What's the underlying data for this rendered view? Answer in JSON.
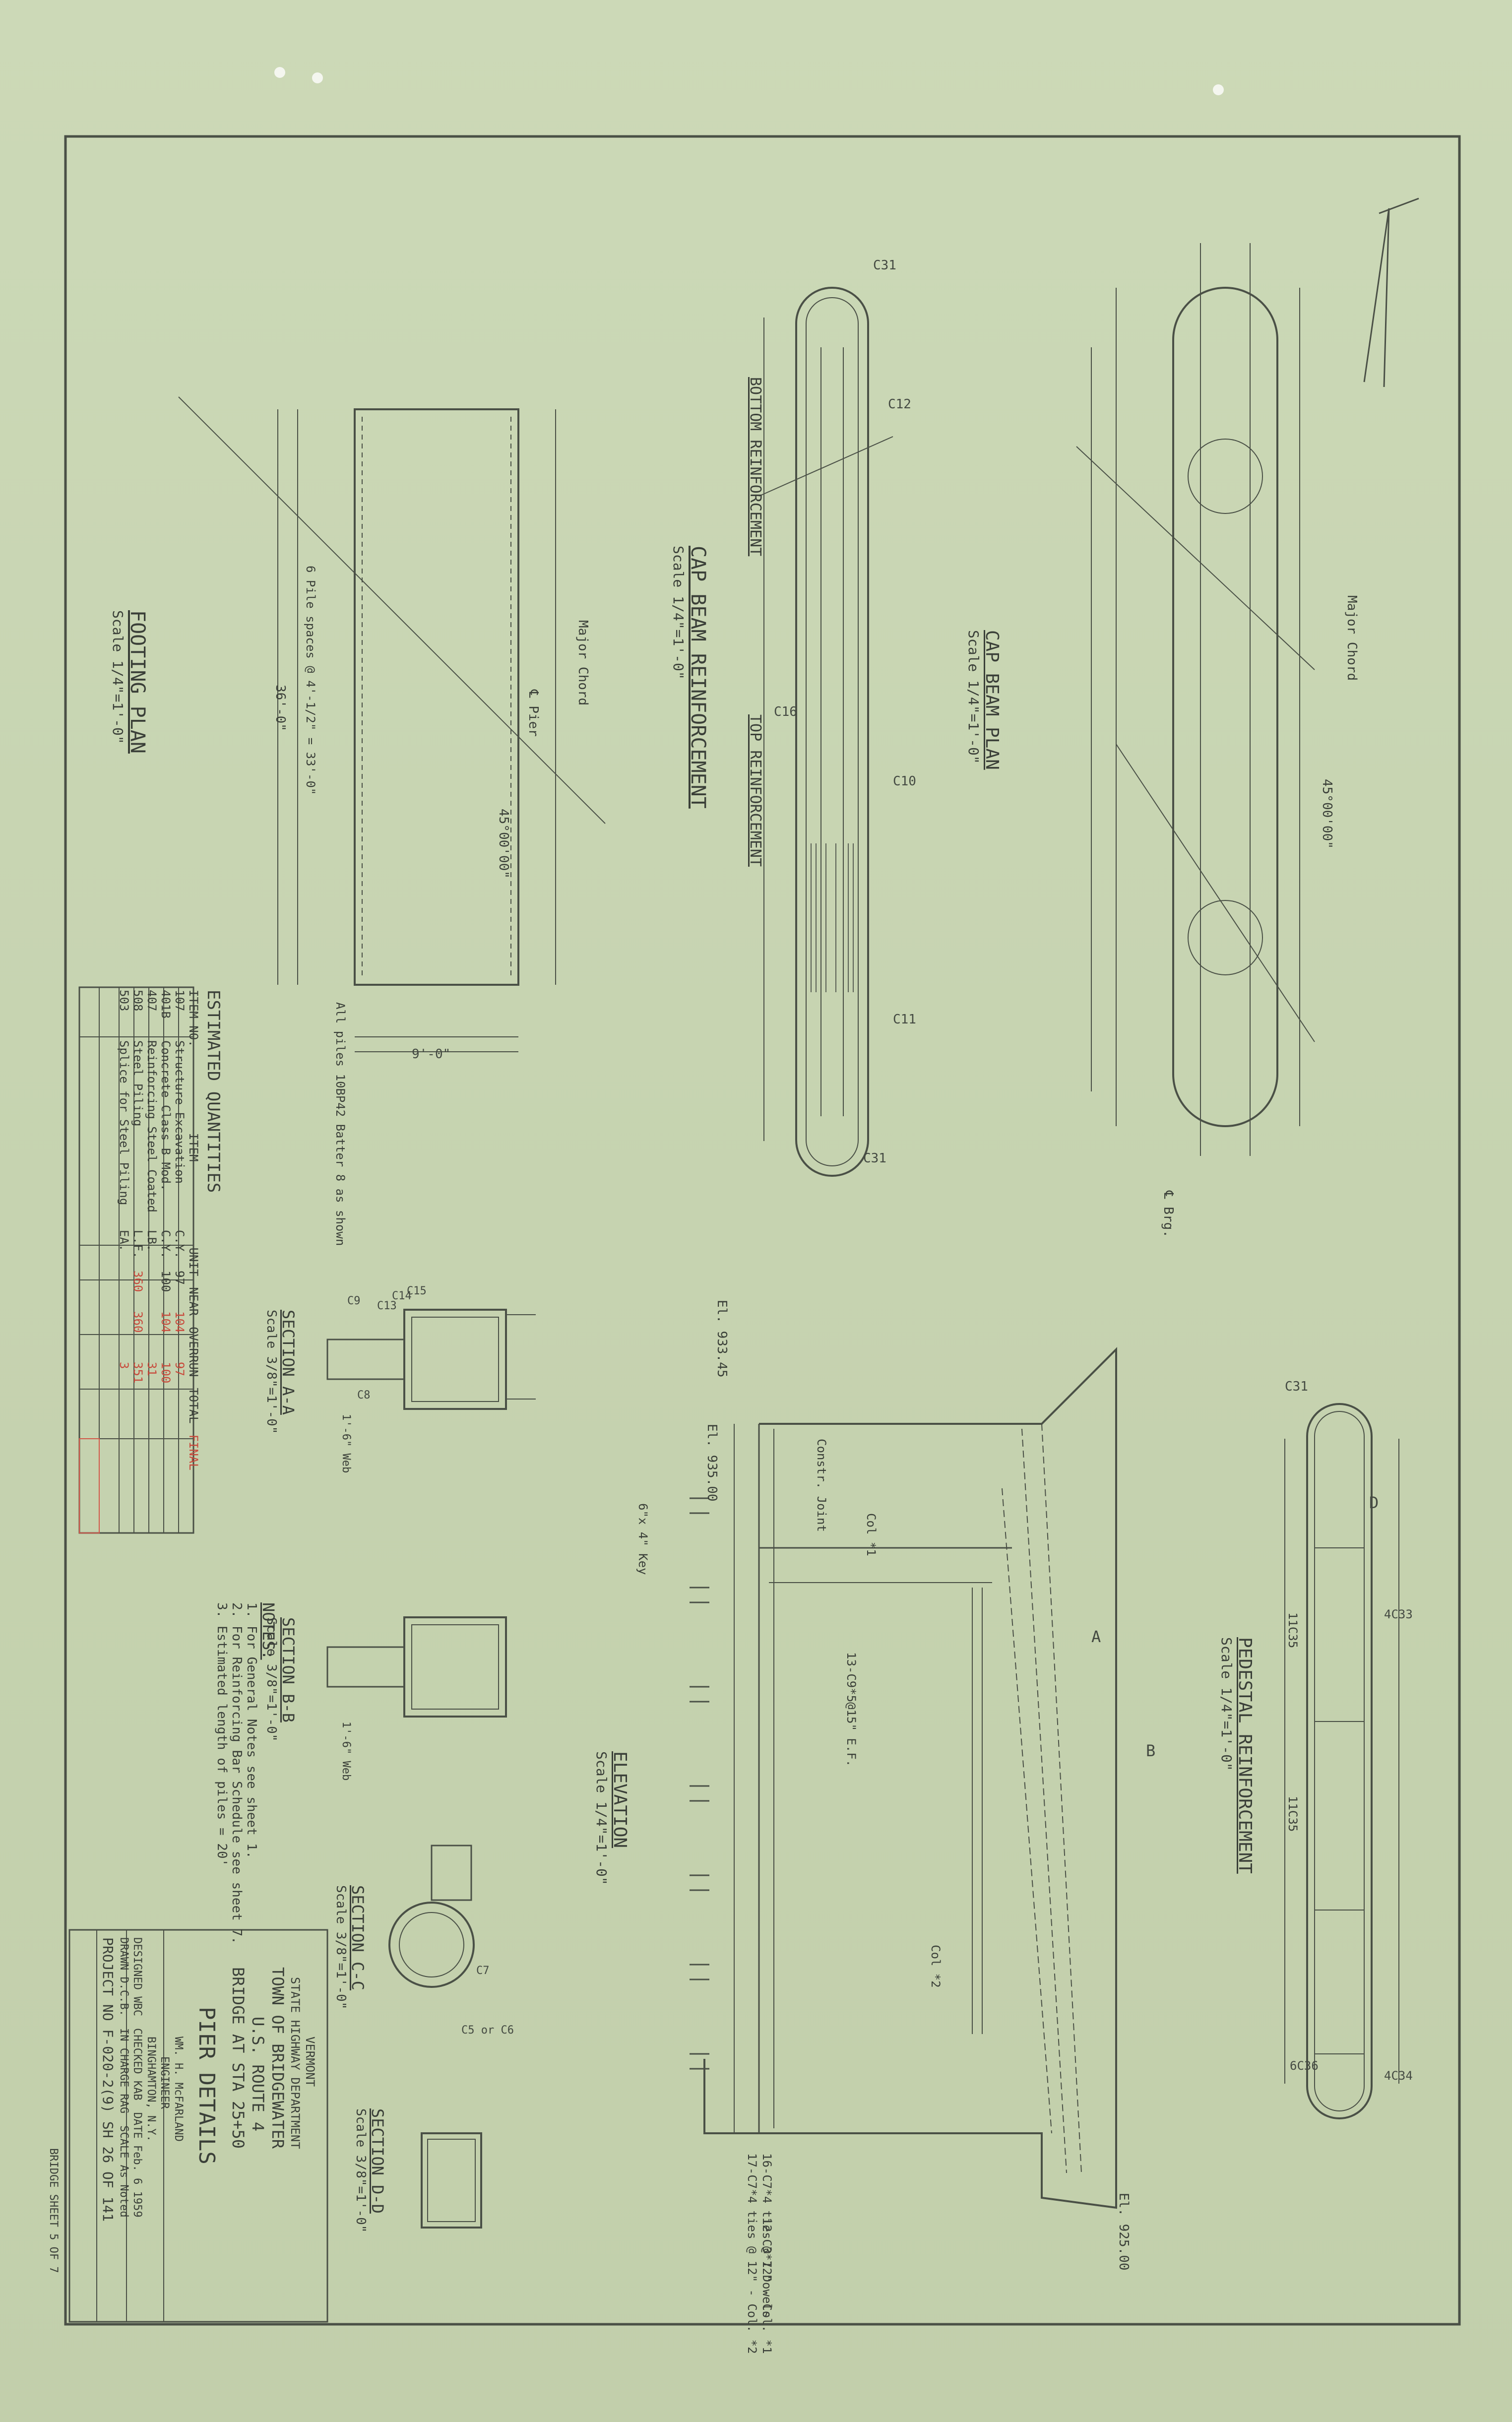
{
  "title_block": {
    "line1": "VERMONT",
    "line2": "STATE HIGHWAY DEPARTMENT",
    "line3": "TOWN OF BRIDGEWATER",
    "line4": "U.S. ROUTE 4",
    "line5": "BRIDGE AT STA 25+50",
    "line6": "PIER DETAILS",
    "engineer1": "WM. H. McFARLAND",
    "engineer2": "ENGINEER",
    "engineer3": "BINGHAMTON, N.Y.",
    "designed": "DESIGNED WBC",
    "checked": "CHECKED KAB",
    "date": "DATE Feb. 6 1959",
    "drawn": "DRAWN D.C.B.",
    "incharge": "IN CHARGE RAG",
    "scale": "SCALE As Noted",
    "project": "PROJECT NO F-020-2(9) SH 26 OF 141",
    "bridge_sheet": "BRIDGE SHEET 5 OF 7"
  },
  "notes": {
    "heading": "NOTES:",
    "items": [
      "1. For General Notes see sheet 1.",
      "2. For Reinforcing Bar Schedule see sheet 7.",
      "3. Estimated length of piles = 20'"
    ]
  },
  "quantities": {
    "heading": "ESTIMATED QUANTITIES",
    "final_label": "FINAL",
    "columns": [
      "ITEM NO.",
      "ITEM",
      "UNIT",
      "NEAR",
      "OVERRUN",
      "TOTAL",
      ""
    ],
    "rows": [
      [
        "107",
        "Structure Excavation",
        "C.Y.",
        "97",
        "",
        "104",
        "97"
      ],
      [
        "401B",
        "Concrete Class B Mod.",
        "C.Y.",
        "100",
        "",
        "104",
        "100"
      ],
      [
        "407",
        "Reinforcing Steel Coated",
        "LB.",
        "",
        "",
        "",
        "31"
      ],
      [
        "508",
        "Steel Piling",
        "L.F.",
        "360",
        "",
        "360",
        "351"
      ],
      [
        "503",
        "Splice for Steel Piling",
        "EA.",
        "",
        "",
        "",
        "3"
      ]
    ]
  },
  "views": {
    "footing_plan": {
      "title": "FOOTING PLAN",
      "scale": "Scale 1/4\"=1'-0\""
    },
    "cap_beam_reinf": {
      "title": "CAP BEAM REINFORCEMENT",
      "scale": "Scale 1/4\"=1'-0\""
    },
    "cap_beam_plan": {
      "title": "CAP BEAM PLAN",
      "scale": "Scale 1/4\"=1'-0\""
    },
    "elevation": {
      "title": "ELEVATION",
      "scale": "Scale 1/4\"=1'-0\""
    },
    "pedestal": {
      "title": "PEDESTAL REINFORCEMENT",
      "scale": "Scale 1/4\"=1'-0\""
    },
    "section_aa": {
      "title": "SECTION A-A",
      "scale": "Scale 3/8\"=1'-0\""
    },
    "section_bb": {
      "title": "SECTION B-B",
      "scale": "Scale 3/8\"=1'-0\""
    },
    "section_cc": {
      "title": "SECTION C-C",
      "scale": "Scale 3/8\"=1'-0\""
    },
    "section_dd": {
      "title": "SECTION D-D",
      "scale": "Scale 3/8\"=1'-0\""
    }
  },
  "labels": {
    "top_reinf": "TOP REINFORCEMENT",
    "bottom_reinf": "BOTTOM REINFORCEMENT",
    "major_chord": "Major Chord",
    "c_pier": "℄ Pier",
    "c_brg": "℄ Brg.",
    "angle": "45°00'00\"",
    "el_top": "El. 933.45",
    "el_935": "El. 935.00",
    "el_bot": "El. 925.00",
    "dim_36": "36'-0\"",
    "dim_9": "9'-0\"",
    "piles_note": "All piles 10BP42 Batter 8 as shown",
    "pile_spaces": "6 Pile spaces @ 4'-1/2\" = 33'-0\"",
    "c31": "C31",
    "c16": "C16",
    "c10": "C10",
    "c11": "C11",
    "c12": "C12",
    "c35_1": "11C35",
    "c35_2": "11C35",
    "c33": "4C33",
    "c34": "4C34",
    "c36": "6C36",
    "sec_a": "A",
    "sec_b": "B",
    "sec_d": "D",
    "stirrups": "13-C9*5@15\" E.F.",
    "ties1": "16-C7*4 ties @ 12\" - Col. *1",
    "ties2": "17-C7*4 ties @ 12\" - Col. *2",
    "dowels": "12-C3*7 Dowels",
    "key": "6\"x 4\" Key",
    "const_joint": "Constr. Joint",
    "col1": "Col *1",
    "col2": "Col *2",
    "web": "1'-6\" Web",
    "c8": "C8",
    "c9": "C9",
    "c13": "C13",
    "c14": "C14",
    "c15": "C15",
    "c7": "C7",
    "c_5_6": "C5 or C6"
  }
}
